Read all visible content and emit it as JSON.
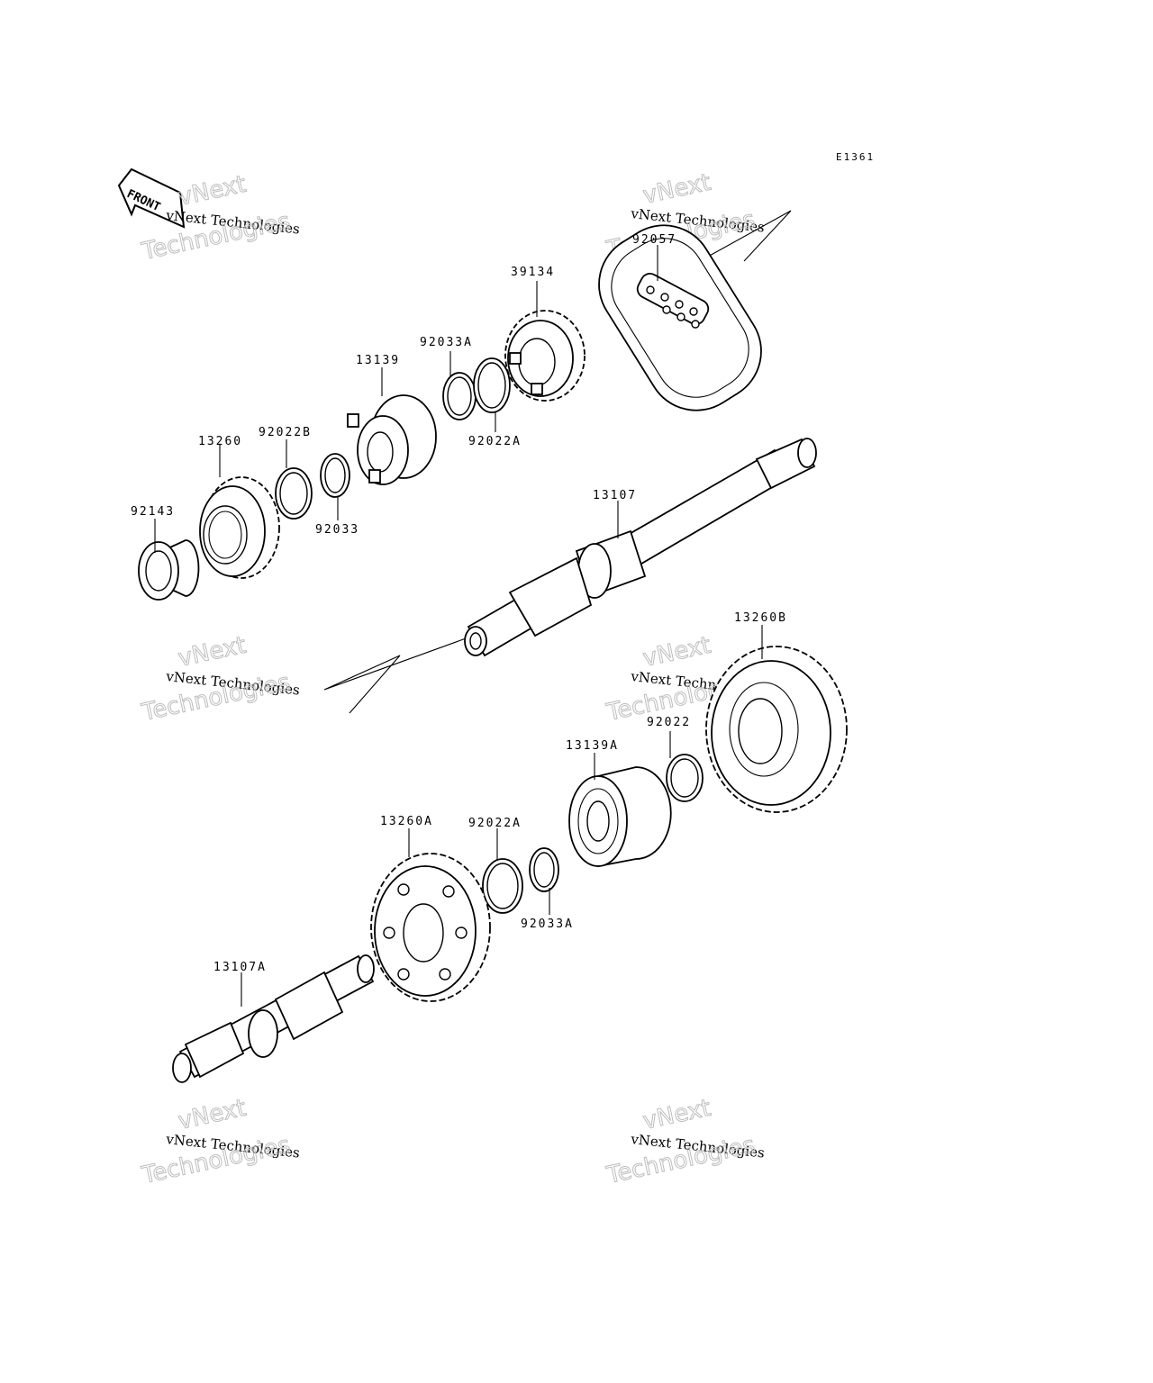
{
  "diagram_code": "E1361",
  "front_label": "FRONT",
  "watermarks": [
    {
      "line1": "vNext Technologies",
      "line2": "vNext",
      "line3": "Technologies"
    },
    {
      "line1": "vNext Technologies",
      "line2": "vNext",
      "line3": "Technologies"
    },
    {
      "line1": "vNext Technologies",
      "line2": "vNext",
      "line3": "Technologies"
    },
    {
      "line1": "vNext Technologies",
      "line2": "vNext",
      "line3": "Technologies"
    },
    {
      "line1": "vNext Technologies",
      "line2": "vNext",
      "line3": "Technologies"
    },
    {
      "line1": "vNext Technologies",
      "line2": "vNext",
      "line3": "Technologies"
    }
  ],
  "parts": {
    "p92057": "92057",
    "p39134": "39134",
    "p92033A_top": "92033A",
    "p13139": "13139",
    "p92022A_top": "92022A",
    "p13260": "13260",
    "p92022B": "92022B",
    "p92143": "92143",
    "p92033": "92033",
    "p13107": "13107",
    "p13260B": "13260B",
    "p92022": "92022",
    "p13139A": "13139A",
    "p13260A": "13260A",
    "p92022A_bottom": "92022A",
    "p92033A_bottom": "92033A",
    "p13107A": "13107A"
  }
}
